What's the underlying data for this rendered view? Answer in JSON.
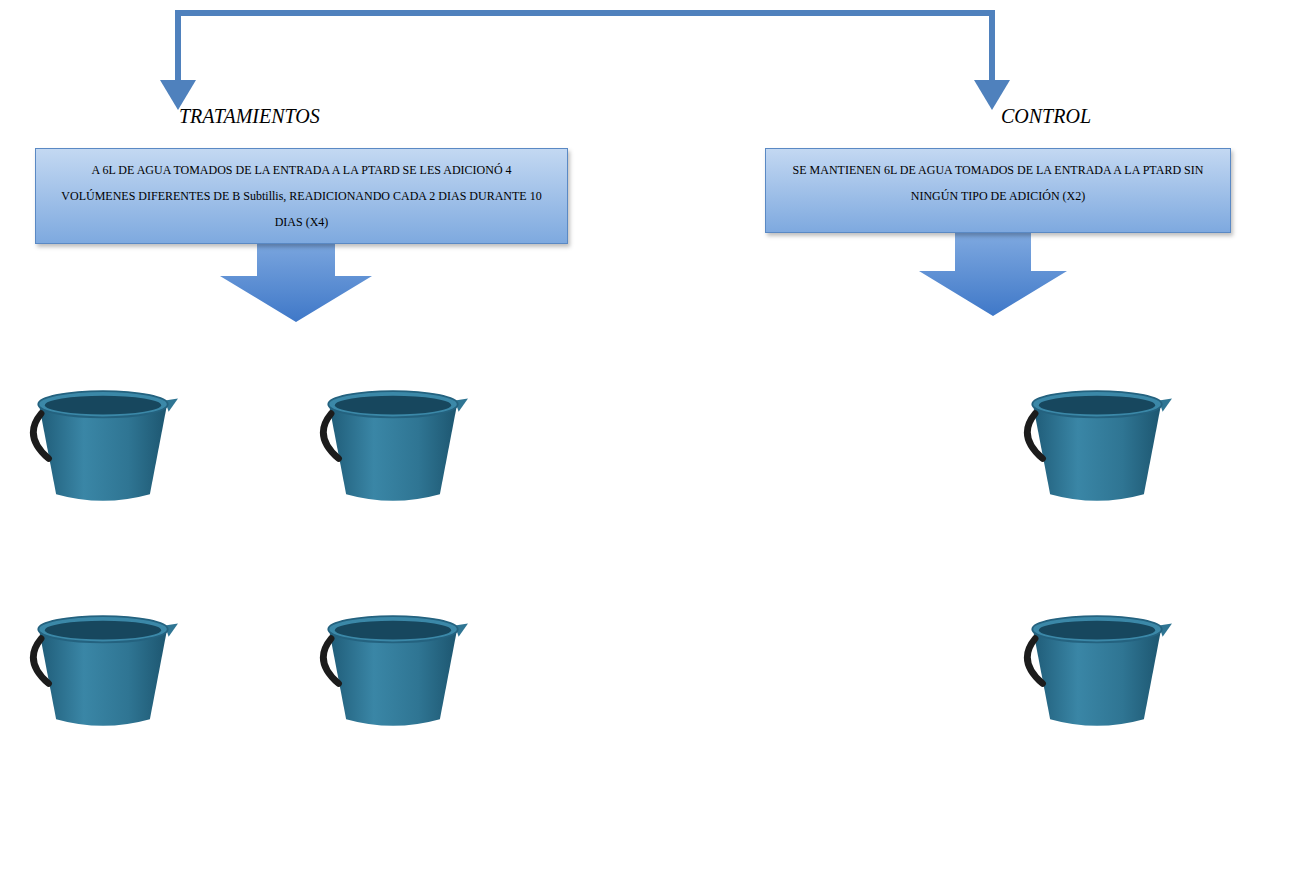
{
  "diagram": {
    "nodes": [
      {
        "text": [
          "TRATAMIENTOS",
          "A 6L DE AGUA TOMADOS DE LA ENTRADA A LA PTARD SE LES ADICIONÓ 4 VOLÚMENES DIFERENTES DE B Subtillis, READICIONANDO CADA 2 DIAS DURANTE 10 DIAS (X4)"
        ]
      },
      {
        "text": [
          "CONTROL",
          "SE MANTIENEN 6L DE AGUA TOMADOS DE LA ENTRADA A LA PTARD SIN NINGÚN TIPO DE ADICIÓN (X2)"
        ]
      }
    ]
  }
}
